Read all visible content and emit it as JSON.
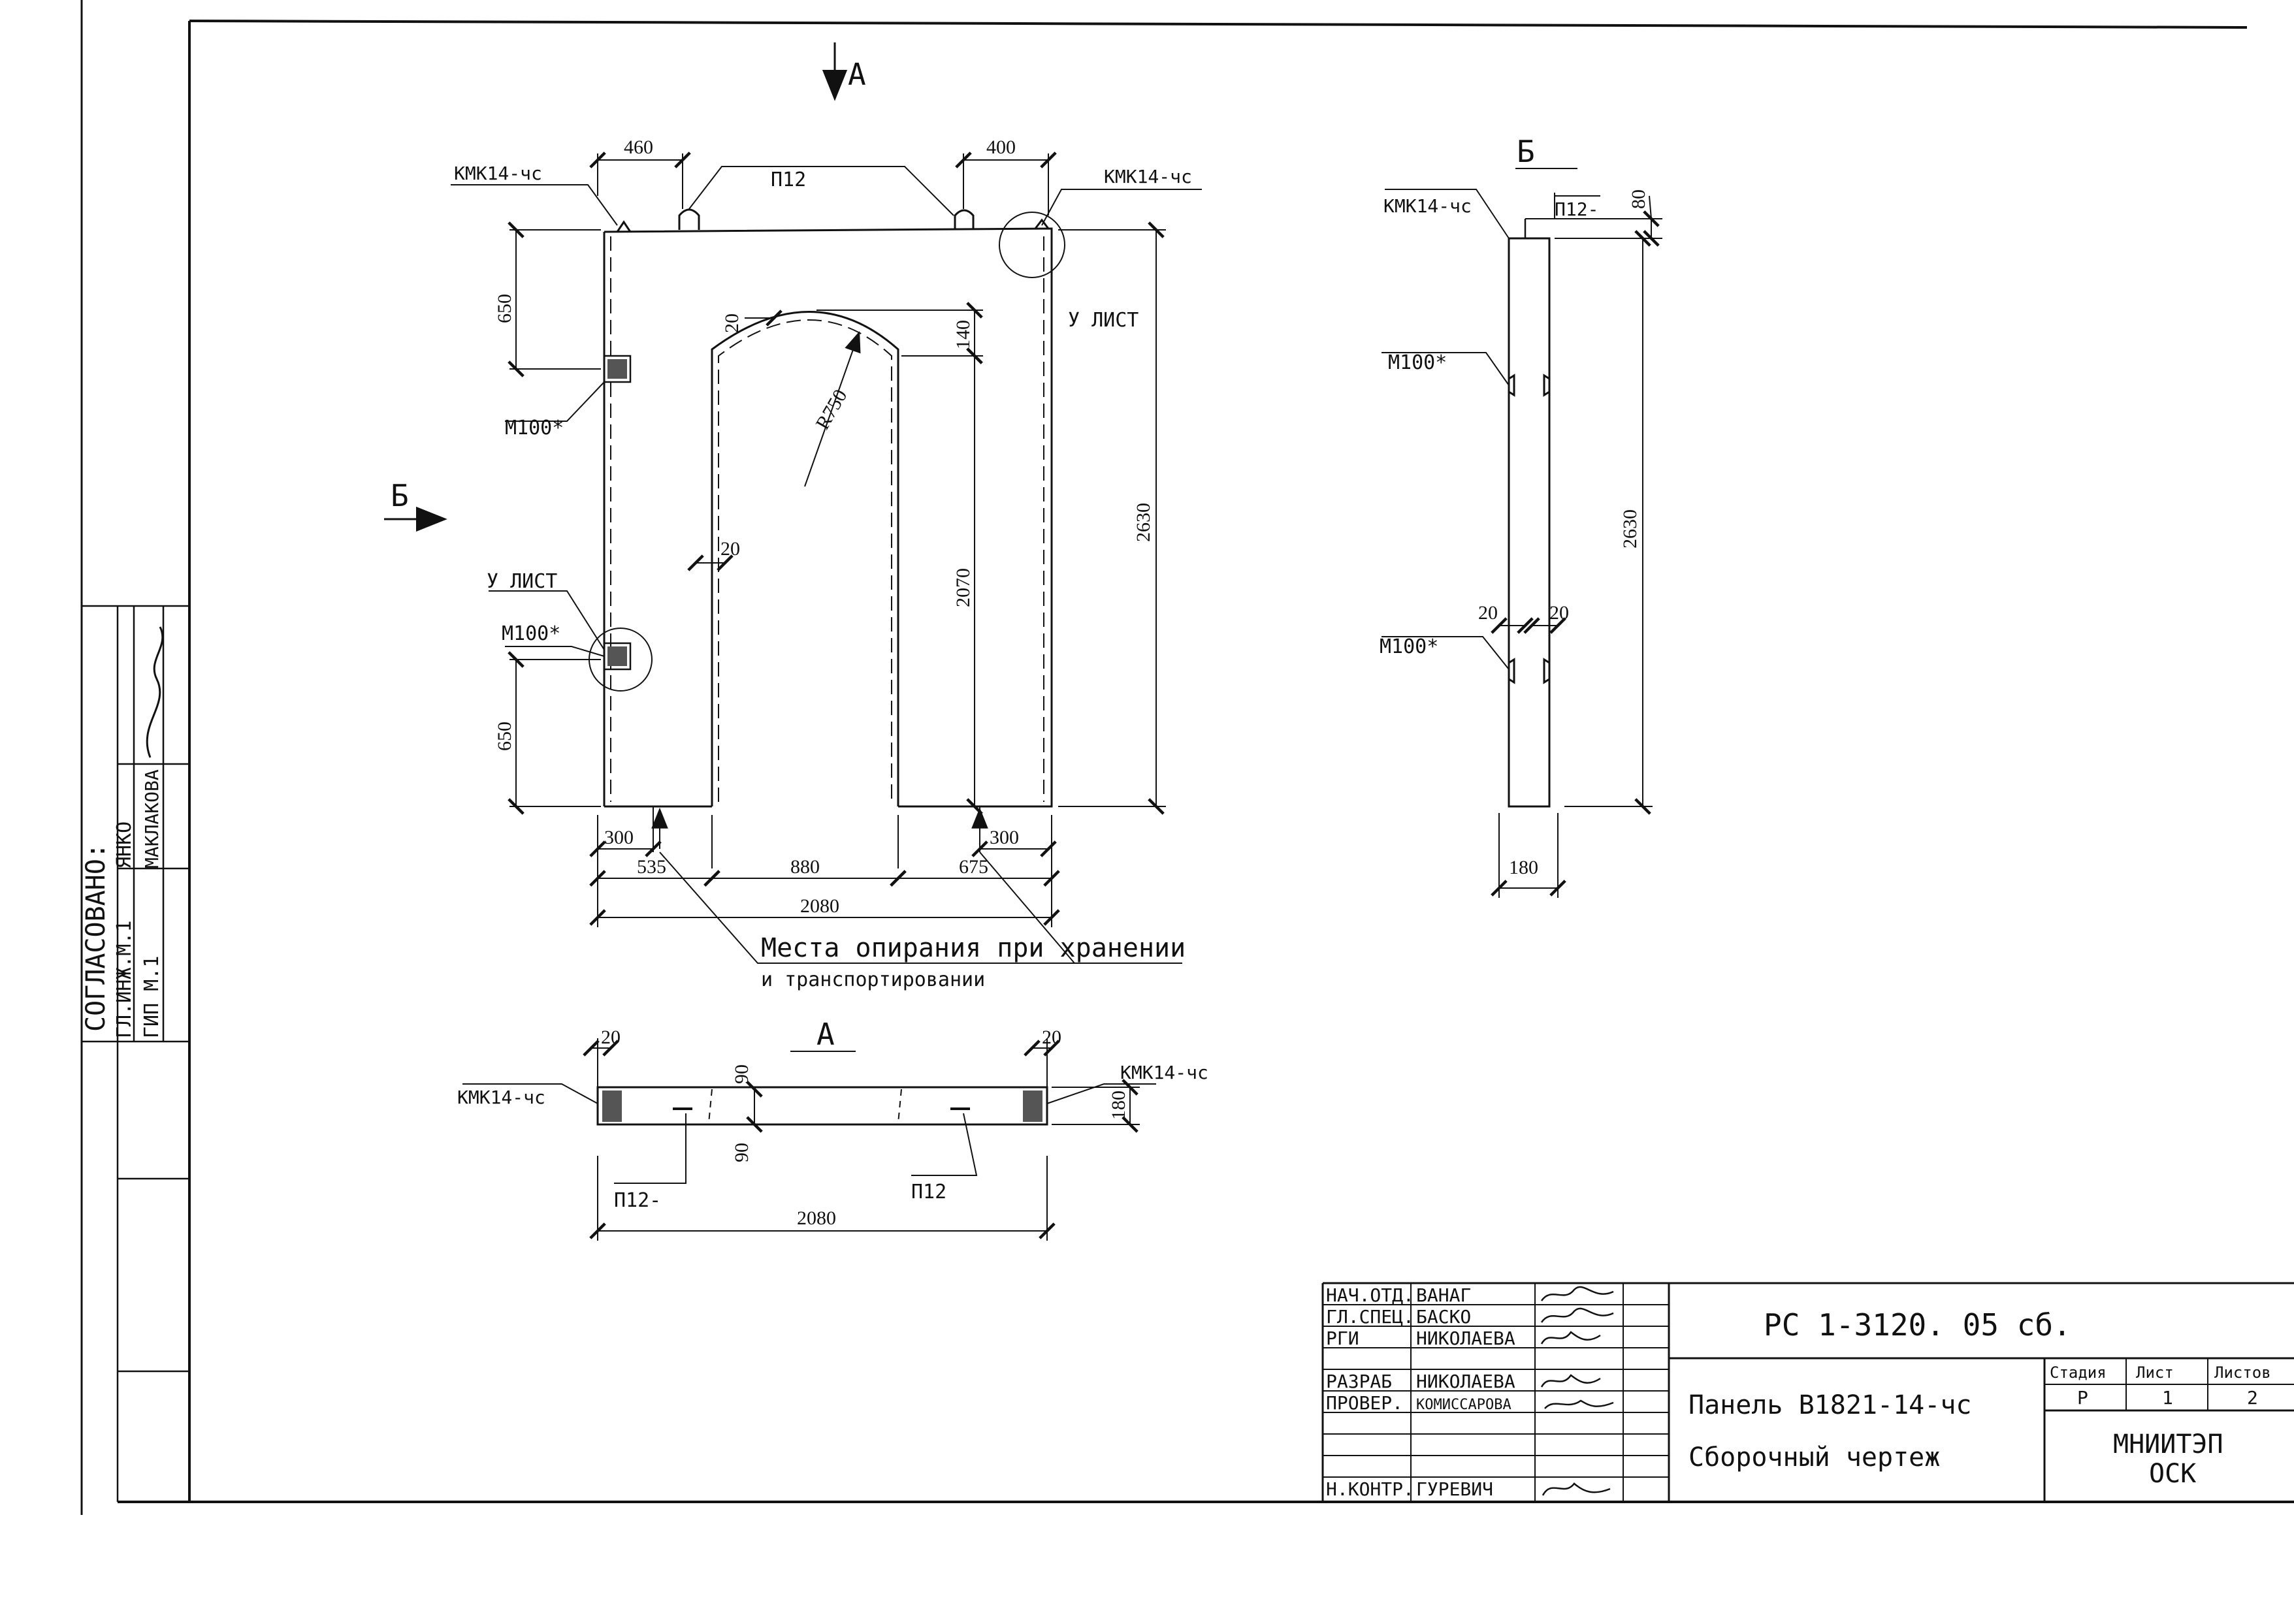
{
  "section_marks": {
    "a": "А",
    "b": "Б"
  },
  "elevation": {
    "top_dims": [
      "460",
      "400"
    ],
    "loop_label": "П12",
    "corner_labels": [
      "КМК14-чс",
      "КМК14-чс"
    ],
    "side_labels": {
      "sheet_top": "У ЛИСТ",
      "sheet_bottom": "У ЛИСТ",
      "m100_top": "М100*",
      "m100_bottom": "М100*"
    },
    "vertical_dims": {
      "d650_top": "650",
      "d650_bottom": "650",
      "d2630": "2630",
      "d2070": "2070",
      "d140": "140",
      "d20_arch": "20",
      "d20_side": "20"
    },
    "radius": "R750",
    "bottom_dims": {
      "d300_left": "300",
      "d300_right": "300",
      "d535": "535",
      "d880": "880",
      "d675": "675",
      "d2080": "2080"
    },
    "support_note": [
      "Места опирания при хранении",
      "и транспортировании"
    ]
  },
  "section_b": {
    "title": "Б",
    "labels": {
      "kmk": "КМК14-чс",
      "loop": "П12-",
      "m100_top": "М100*",
      "m100_bottom": "М100*"
    },
    "dims": {
      "d80": "80",
      "d2630": "2630",
      "d20_left": "20",
      "d20_right": "20",
      "d180": "180"
    }
  },
  "plan_a": {
    "title": "А",
    "labels": {
      "kmk_left": "КМК14-чс",
      "kmk_right": "КМК14-чс",
      "loop_left": "П12-",
      "loop_right": "П12"
    },
    "dims": {
      "d20_left": "20",
      "d20_right": "20",
      "d90_top": "90",
      "d90_bottom": "90",
      "d180": "180",
      "d2080": "2080"
    }
  },
  "approval": {
    "header": "СОГЛАСОВАНО:",
    "rows": [
      {
        "role": "ГЛ.ИНЖ.М.1",
        "name": "ЯНКО"
      },
      {
        "role": "ГИП М.1",
        "name": "МАКЛАКОВА"
      }
    ]
  },
  "title_block": {
    "signers": [
      {
        "role": "НАЧ.ОТД.",
        "name": "ВАНАГ"
      },
      {
        "role": "ГЛ.СПЕЦ.",
        "name": "БАСКО"
      },
      {
        "role": "РГИ",
        "name": "НИКОЛАЕВА"
      },
      {
        "role": "РАЗРАБ",
        "name": "НИКОЛАЕВА"
      },
      {
        "role": "ПРОВЕР.",
        "name": "КОМИССАРОВА"
      },
      {
        "role": "Н.КОНТР.",
        "name": "ГУРЕВИЧ"
      }
    ],
    "designation": "РС 1-3120. 05 сб.",
    "panel_name": "Панель В1821-14-чс",
    "doc_type": "Сборочный чертеж",
    "stage_header": "Стадия",
    "sheet_header": "Лист",
    "sheets_header": "Листов",
    "stage": "Р",
    "sheet": "1",
    "sheets": "2",
    "org_line1": "МНИИТЭП",
    "org_line2": "ОСК"
  }
}
